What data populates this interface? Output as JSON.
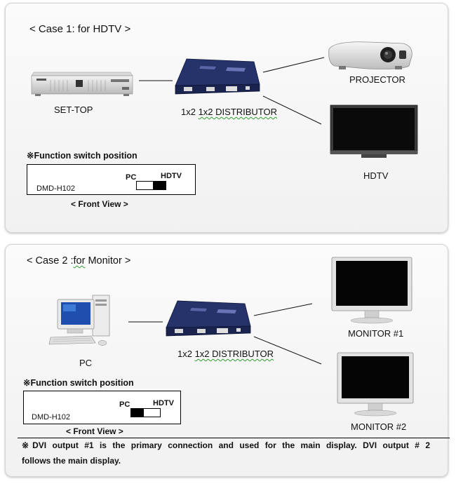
{
  "case1": {
    "title": "< Case 1: for HDTV >",
    "settop_label": "SET-TOP",
    "distributor_label": "1x2 DISTRIBUTOR",
    "projector_label": "PROJECTOR",
    "hdtv_label": "HDTV",
    "fs_heading": "※Function switch position",
    "model": "DMD-H102",
    "switch_pc": "PC",
    "switch_hdtv": "HDTV",
    "front_view": "< Front View >",
    "switch_selected": "HDTV"
  },
  "case2": {
    "title": "< Case 2 :for Monitor >",
    "pc_label": "PC",
    "distributor_label": "1x2 DISTRIBUTOR",
    "monitor1_label": "MONITOR #1",
    "monitor2_label": "MONITOR #2",
    "fs_heading": "※Function switch position",
    "model": "DMD-H102",
    "switch_pc": "PC",
    "switch_hdtv": "HDTV",
    "front_view": "< Front View >",
    "switch_selected": "PC"
  },
  "note": {
    "line1": "※DVI output #1 is the primary connection and used for the main display. DVI output # 2",
    "line2": "follows the main display."
  }
}
